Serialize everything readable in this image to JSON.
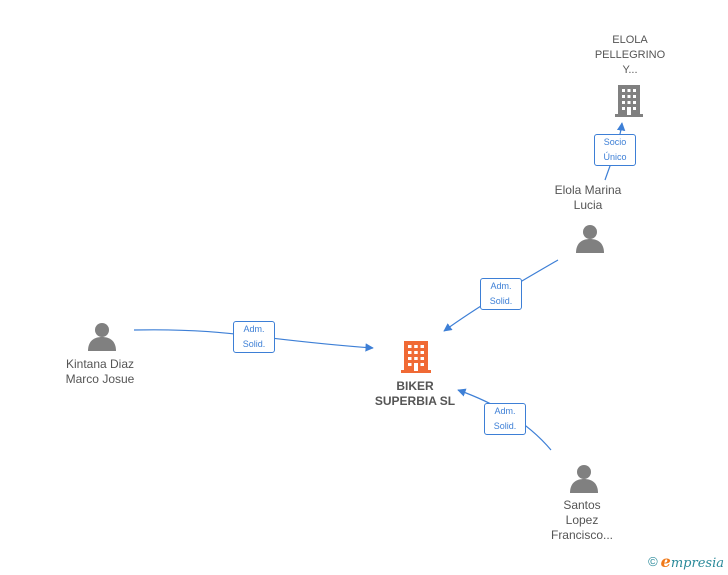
{
  "colors": {
    "edge": "#3d7fd6",
    "person_icon": "#808080",
    "company_icon": "#808080",
    "central_icon": "#f06a35",
    "brand_teal": "#2a8a9a",
    "brand_orange": "#f07a1a"
  },
  "nodes": {
    "central": {
      "label": "BIKER\nSUPERBIA  SL",
      "icon": "building-icon"
    },
    "kintana": {
      "label": "Kintana Diaz\nMarco Josue",
      "icon": "person-icon"
    },
    "elola_marina": {
      "label": "Elola Marina\nLucia",
      "icon": "person-icon"
    },
    "elola_pellegrino": {
      "label": "ELOLA\nPELLEGRINO\nY...",
      "icon": "building-icon"
    },
    "santos": {
      "label": "Santos\nLopez\nFrancisco...",
      "icon": "person-icon"
    }
  },
  "edges": {
    "kintana_central": {
      "label": "Adm.\nSolid."
    },
    "elola_central": {
      "label": "Adm.\nSolid."
    },
    "santos_central": {
      "label": "Adm.\nSolid."
    },
    "elola_pellegrino": {
      "label": "Socio\nÚnico"
    }
  },
  "footer": {
    "copyright": "©",
    "brand_initial": "e",
    "brand_rest": "mpresia"
  }
}
